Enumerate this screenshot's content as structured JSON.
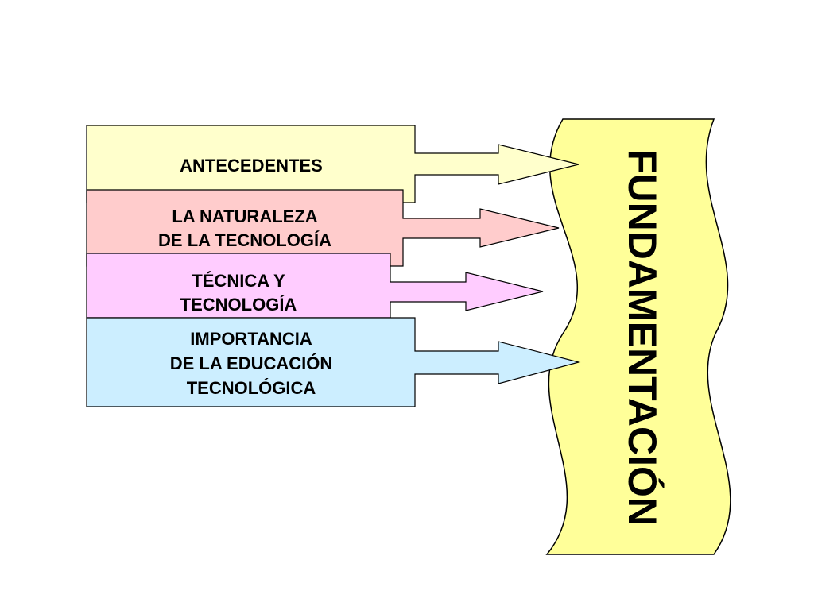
{
  "colors": {
    "antecedentes": "#ffffcc",
    "naturaleza": "#ffcccc",
    "tecnica": "#ffccff",
    "importancia": "#cceeff",
    "banner": "#ffff99",
    "stroke": "#000000"
  },
  "boxes": [
    {
      "lines": [
        "ANTECEDENTES"
      ]
    },
    {
      "lines": [
        "LA NATURALEZA",
        "DE LA TECNOLOGÍA"
      ]
    },
    {
      "lines": [
        "TÉCNICA Y",
        "TECNOLOGÍA"
      ]
    },
    {
      "lines": [
        "IMPORTANCIA",
        "DE LA EDUCACIÓN",
        "TECNOLÓGICA"
      ]
    }
  ],
  "banner": {
    "label": "FUNDAMENTACIÓN"
  }
}
